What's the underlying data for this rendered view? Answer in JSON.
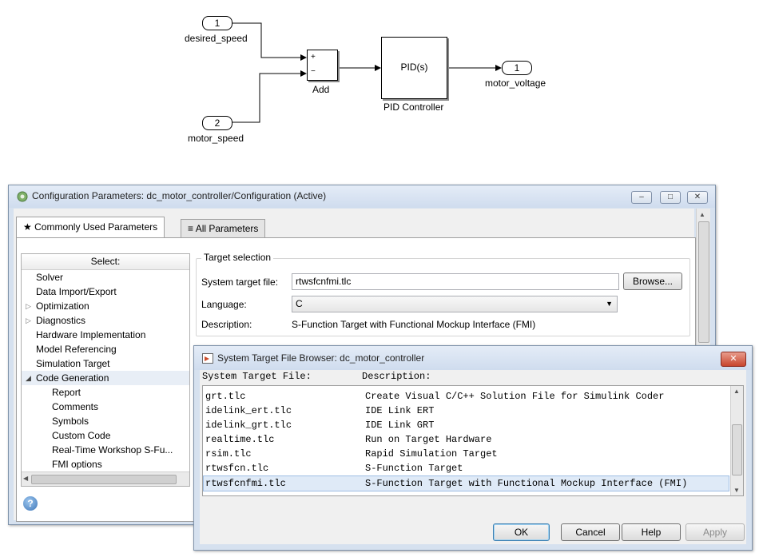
{
  "diagram": {
    "inport1": {
      "number": "1",
      "name": "desired_speed"
    },
    "inport2": {
      "number": "2",
      "name": "motor_speed"
    },
    "add": {
      "name": "Add",
      "sign_plus": "+",
      "sign_minus": "−"
    },
    "pid": {
      "content": "PID(s)",
      "name": "PID Controller"
    },
    "outport": {
      "number": "1",
      "name": "motor_voltage"
    }
  },
  "config_window": {
    "title": "Configuration Parameters: dc_motor_controller/Configuration (Active)",
    "tabs": [
      {
        "label": "Commonly Used Parameters",
        "icon": "star-icon"
      },
      {
        "label": "All Parameters",
        "icon": "list-icon"
      }
    ],
    "select_header": "Select:",
    "tree": [
      {
        "label": "Solver",
        "indent": 0,
        "expander": ""
      },
      {
        "label": "Data Import/Export",
        "indent": 0,
        "expander": ""
      },
      {
        "label": "Optimization",
        "indent": 0,
        "expander": "collapsed"
      },
      {
        "label": "Diagnostics",
        "indent": 0,
        "expander": "collapsed"
      },
      {
        "label": "Hardware Implementation",
        "indent": 0,
        "expander": ""
      },
      {
        "label": "Model Referencing",
        "indent": 0,
        "expander": ""
      },
      {
        "label": "Simulation Target",
        "indent": 0,
        "expander": ""
      },
      {
        "label": "Code Generation",
        "indent": 0,
        "expander": "expanded",
        "selected": true
      },
      {
        "label": "Report",
        "indent": 1,
        "expander": ""
      },
      {
        "label": "Comments",
        "indent": 1,
        "expander": ""
      },
      {
        "label": "Symbols",
        "indent": 1,
        "expander": ""
      },
      {
        "label": "Custom Code",
        "indent": 1,
        "expander": ""
      },
      {
        "label": "Real-Time Workshop S-Fu...",
        "indent": 1,
        "expander": ""
      },
      {
        "label": "FMI options",
        "indent": 1,
        "expander": ""
      }
    ],
    "target_selection": {
      "group_label": "Target selection",
      "system_target_file_label": "System target file:",
      "system_target_file_value": "rtwsfcnfmi.tlc",
      "browse_label": "Browse...",
      "language_label": "Language:",
      "language_value": "C",
      "description_label": "Description:",
      "description_value": "S-Function Target with Functional Mockup Interface (FMI)"
    },
    "help_icon": "help-icon"
  },
  "browser_dialog": {
    "title": "System Target File Browser: dc_motor_controller",
    "col_file": "System Target File:",
    "col_desc": "Description:",
    "rows": [
      {
        "file": "grt.tlc",
        "desc": "Create Visual C/C++ Solution File for Simulink Coder"
      },
      {
        "file": "idelink_ert.tlc",
        "desc": "IDE Link ERT"
      },
      {
        "file": "idelink_grt.tlc",
        "desc": "IDE Link GRT"
      },
      {
        "file": "realtime.tlc",
        "desc": "Run on Target Hardware"
      },
      {
        "file": "rsim.tlc",
        "desc": "Rapid Simulation Target"
      },
      {
        "file": "rtwsfcn.tlc",
        "desc": "S-Function Target"
      },
      {
        "file": "rtwsfcnfmi.tlc",
        "desc": "S-Function Target with Functional Mockup Interface (FMI)",
        "selected": true
      }
    ],
    "buttons": {
      "ok": "OK",
      "cancel": "Cancel",
      "help": "Help",
      "apply": "Apply"
    },
    "close_symbol": "✕"
  }
}
